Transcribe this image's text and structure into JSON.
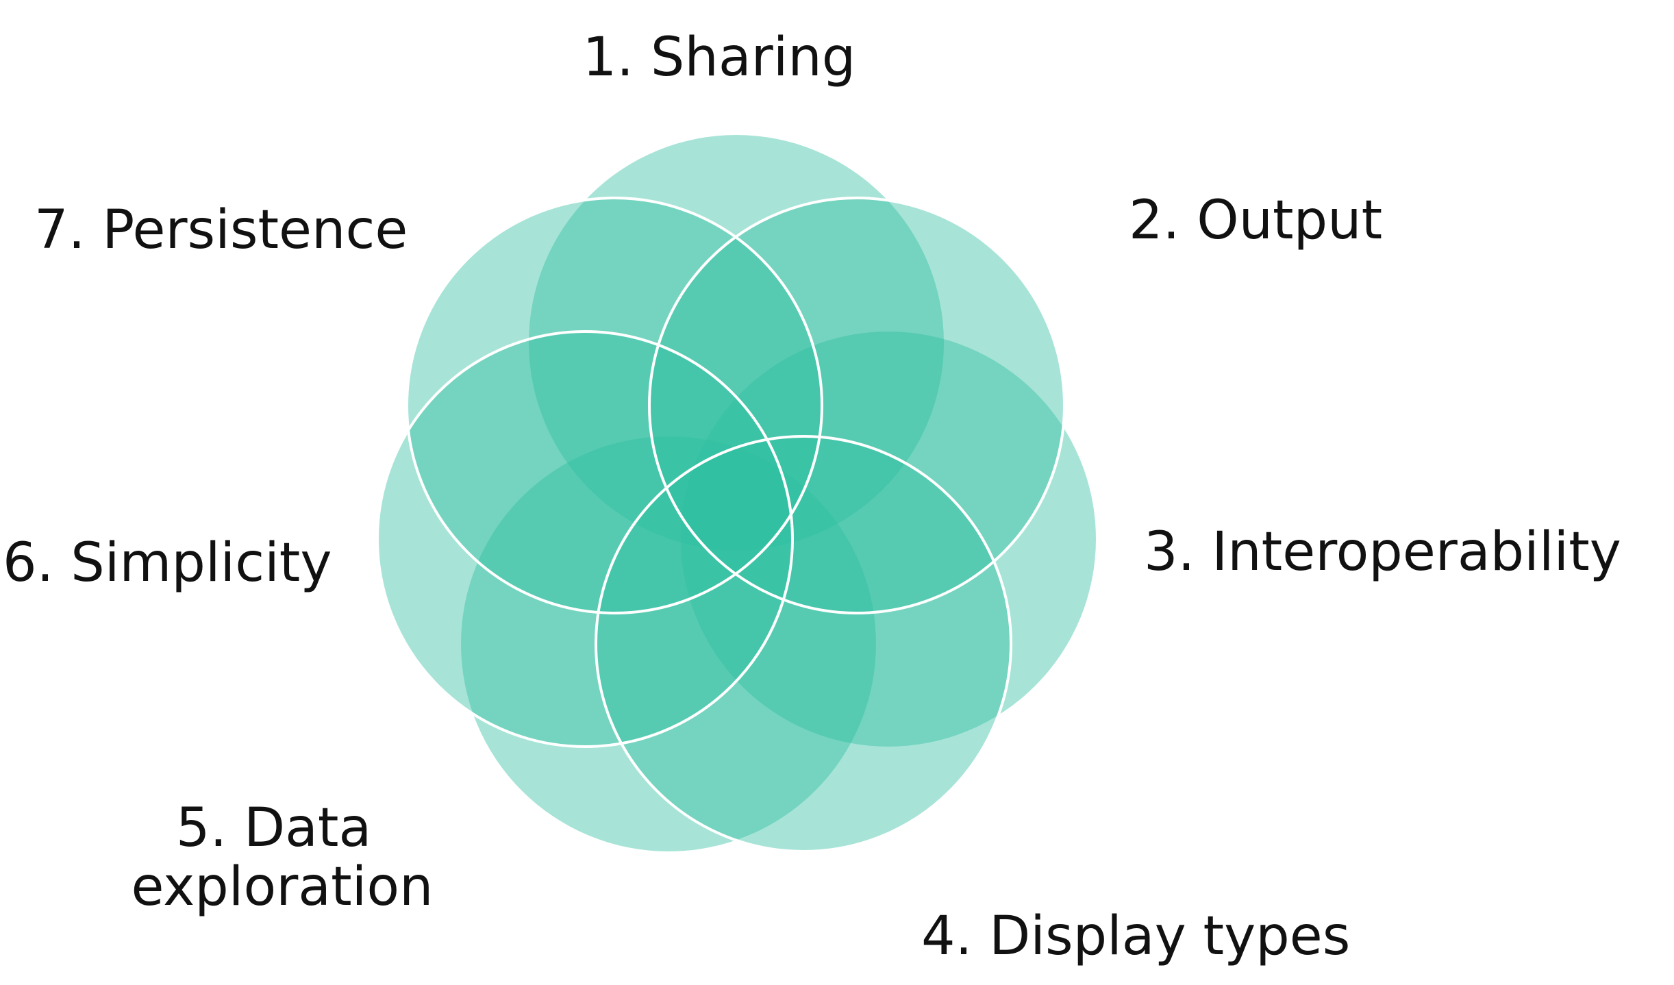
{
  "diagram": {
    "type": "overlapping-circles-flower",
    "fill_color": "#2ebfa0",
    "outline_color": "#ffffff",
    "labels": [
      {
        "number": "1.",
        "lines": [
          "1. Sharing"
        ]
      },
      {
        "number": "2.",
        "lines": [
          "2. Output"
        ]
      },
      {
        "number": "3.",
        "lines": [
          "3. Interoperability"
        ]
      },
      {
        "number": "4.",
        "lines": [
          "4. Display types"
        ]
      },
      {
        "number": "5.",
        "lines": [
          "5. Data",
          "exploration"
        ]
      },
      {
        "number": "6.",
        "lines": [
          "6. Simplicity"
        ]
      },
      {
        "number": "7.",
        "lines": [
          "7. Persistence"
        ]
      }
    ]
  }
}
